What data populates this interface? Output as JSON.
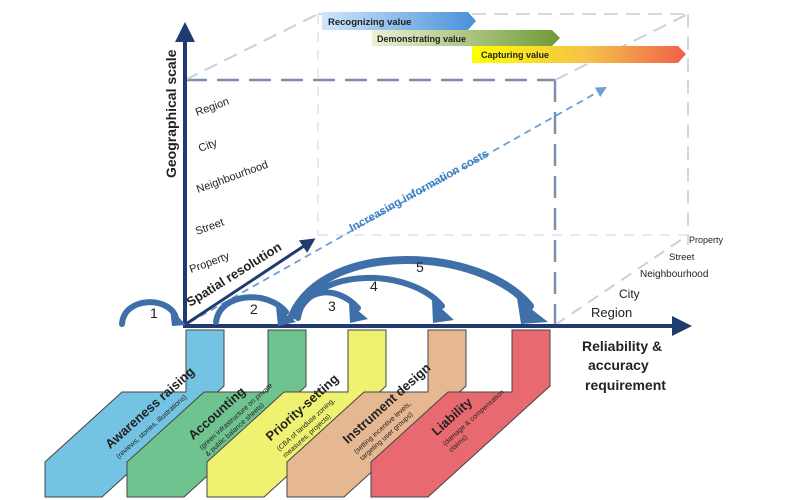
{
  "value_stages": [
    {
      "label": "Recognizing value",
      "color_start": "#cfe6fb",
      "color_end": "#4a90d9"
    },
    {
      "label": "Demonstrating  value",
      "color_start": "#eaf2d4",
      "color_end": "#6f9a35"
    },
    {
      "label": "Capturing  value",
      "color_start": "#ffff00",
      "color_end": "#f0604a"
    }
  ],
  "axes": {
    "vertical": "Geographical scale",
    "diagonal": "Spatial resolution",
    "horizontal": [
      "Reliability &",
      "accuracy",
      "requirement"
    ]
  },
  "vertical_levels": [
    "Region",
    "City",
    "Neighbourhood",
    "Street",
    "Property"
  ],
  "right_levels": [
    "Property",
    "Street",
    "Neighbourhood",
    "City",
    "Region"
  ],
  "cost_arrow_label": "Increasing information costs",
  "step_numbers": [
    "1",
    "2",
    "3",
    "4",
    "5"
  ],
  "stages": [
    {
      "title": "Awareness raising",
      "details": [
        "(reviews, stories, illustrations)"
      ],
      "color": "#74c3e2"
    },
    {
      "title": "Accounting",
      "details": [
        "(green infrastructure on private",
        "& public balance sheets)"
      ],
      "color": "#6fc38f"
    },
    {
      "title": "Priority-setting",
      "details": [
        "(CBA of landuse zoning,",
        "measures, projects)"
      ],
      "color": "#eef270"
    },
    {
      "title": "Instrument design",
      "details": [
        "(setting incentive levels,",
        "targeting user groups)"
      ],
      "color": "#e6b892"
    },
    {
      "title": "Liability",
      "details": [
        "(damage & compensation",
        "claims)"
      ],
      "color": "#e86a70"
    }
  ]
}
